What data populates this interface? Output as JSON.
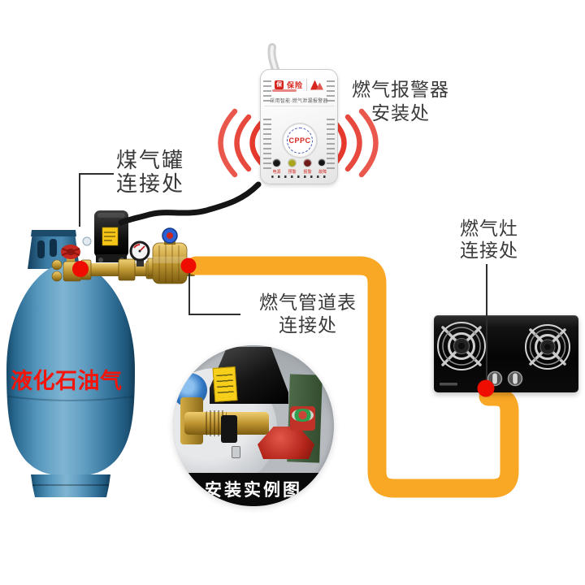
{
  "labels": {
    "alarm": {
      "line1": "燃气报警器",
      "line2": "安装处"
    },
    "tank": {
      "line1": "煤气罐",
      "line2": "连接处"
    },
    "meter": {
      "line1": "燃气管道表",
      "line2": "连接处"
    },
    "stove": {
      "line1": "燃气灶",
      "line2": "连接处"
    }
  },
  "cylinder": {
    "label": "液化石油气",
    "label_color": "#f41408",
    "body_color": "#3a7fa8"
  },
  "alarm_device": {
    "badge_char": "保",
    "brand": "保险",
    "subtitle": "采用智能·燃气泄漏报警器",
    "speaker": "CPPC",
    "led_labels": [
      "电源",
      "预警",
      "报警",
      "故障"
    ]
  },
  "inset": {
    "caption": "安装实例图"
  },
  "pipe_color": "#f9a826",
  "marker_color": "#ee0d00",
  "wave_color": "#e6392e"
}
